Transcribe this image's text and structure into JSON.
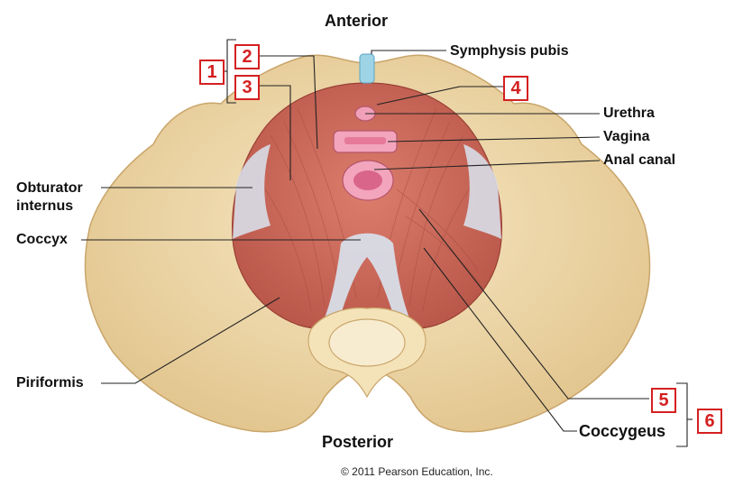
{
  "orientation": {
    "top": "Anterior",
    "bottom": "Posterior"
  },
  "labels": {
    "symphysis_pubis": "Symphysis pubis",
    "urethra": "Urethra",
    "vagina": "Vagina",
    "anal_canal": "Anal canal",
    "obturator_internus_line1": "Obturator",
    "obturator_internus_line2": "internus",
    "coccyx": "Coccyx",
    "piriformis": "Piriformis",
    "coccygeus": "Coccygeus"
  },
  "markers": [
    "1",
    "2",
    "3",
    "4",
    "5",
    "6"
  ],
  "copyright": "© 2011 Pearson Education, Inc.",
  "colors": {
    "bone": "#f1ddb0",
    "bone_shadow": "#d9bd85",
    "muscle": "#cf6b5c",
    "muscle_dark": "#a8483c",
    "tendon": "#d8dde8",
    "pubic_cartilage": "#9fd3e6",
    "marker": "#d42020"
  }
}
